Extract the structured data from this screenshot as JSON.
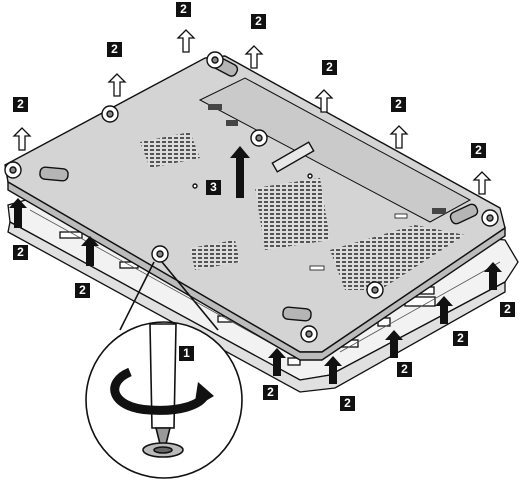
{
  "callouts": {
    "step1": "1",
    "step2": "2",
    "step3": "3"
  },
  "icons": {
    "screw": "screw-icon",
    "lift_arrow": "lift-arrow-icon",
    "push_arrow": "push-arrow-icon",
    "rotate_arrow": "rotate-arrow-icon",
    "screwdriver": "screwdriver-icon"
  }
}
